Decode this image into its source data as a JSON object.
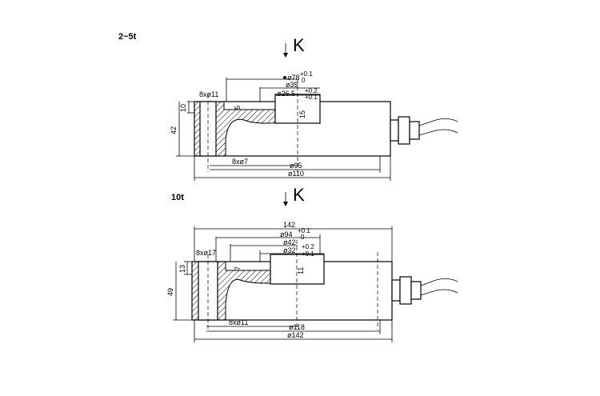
{
  "diagrams": [
    {
      "title": "2~5t",
      "load": "K",
      "dims": {
        "d78": "ø78",
        "d78_tol_upper": "+0.1",
        "d78_tol_lower": "0",
        "d35": "ø35",
        "d26": "ø26.5",
        "d26_tol_upper": "+0.2",
        "d26_tol_lower": "+0.1",
        "holes_top": "8xø11",
        "h10": "10",
        "h5": "5",
        "h15": "15",
        "h42": "42",
        "holes_bottom": "8xø7",
        "d95": "ø95",
        "d110": "ø110"
      }
    },
    {
      "title": "10t",
      "load": "K",
      "dims": {
        "len142": "142",
        "d94": "ø94",
        "d94_tol_upper": "+0.1",
        "d94_tol_lower": "0",
        "d42": "ø42",
        "d32": "ø32",
        "d32_tol_upper": "+0.2",
        "d32_tol_lower": "+0.1",
        "holes_top": "8xø17",
        "h13": "13",
        "h7": "7",
        "h11": "11",
        "h49": "49",
        "holes_bottom": "8xø11",
        "d118": "ø118",
        "d142": "ø142"
      }
    }
  ]
}
